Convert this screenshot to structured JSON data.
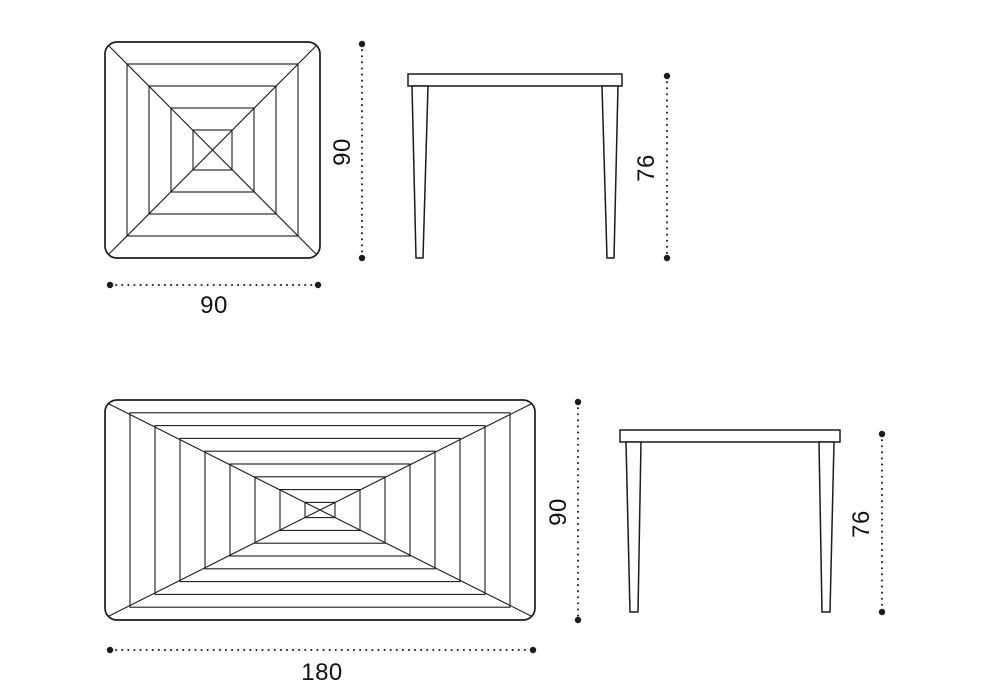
{
  "page": {
    "title": "Table technical drawing",
    "ink_color": "#1c1c1c",
    "background_color": "#ffffff"
  },
  "square_table": {
    "top_view": {
      "width_label": "90",
      "depth_label": "90"
    },
    "side_view": {
      "height_label": "76"
    }
  },
  "rect_table": {
    "top_view": {
      "width_label": "180",
      "depth_label": "90"
    },
    "side_view": {
      "height_label": "76"
    }
  }
}
